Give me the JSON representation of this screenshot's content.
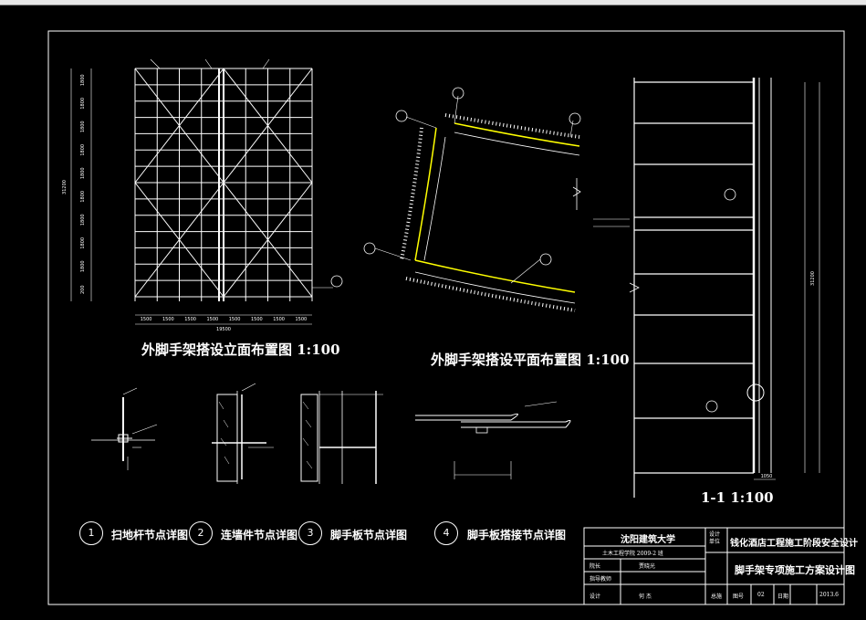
{
  "titles": {
    "elevation": "外脚手架搭设立面布置图 1:100",
    "plan": "外脚手架搭设平面布置图 1:100",
    "section": "1-1 1:100"
  },
  "details": [
    {
      "num": "1",
      "label": "扫地杆节点详图"
    },
    {
      "num": "2",
      "label": "连墙件节点详图"
    },
    {
      "num": "3",
      "label": "脚手板节点详图"
    },
    {
      "num": "4",
      "label": "脚手板搭接节点详图"
    }
  ],
  "title_block": {
    "school": "沈阳建筑大学",
    "class_line": "土木工程学院 2009-2 班",
    "design_unit_label": "设计 单位",
    "project_name": "钱化酒店工程施工阶段安全设计",
    "drawing_name": "脚手架专项施工方案设计图",
    "row_labels": [
      "院长",
      "指导教师",
      "设计"
    ],
    "names": [
      "贾晓光",
      "何 杰"
    ],
    "footer": [
      "总施",
      "图号",
      "02",
      "日期",
      "2013.6"
    ]
  },
  "dims": {
    "elev_bottom_total": "19500",
    "elev_bottom_spans": [
      "1500",
      "1500",
      "1500",
      "1500",
      "1500",
      "1500",
      "1500",
      "1500"
    ],
    "elev_left_total": "31200",
    "elev_left_spans": [
      "1800",
      "1800",
      "1800",
      "1800",
      "1800",
      "1800",
      "1800",
      "1800",
      "1800",
      "200"
    ],
    "section_right_total": "31200",
    "section_bottom": "1050"
  }
}
